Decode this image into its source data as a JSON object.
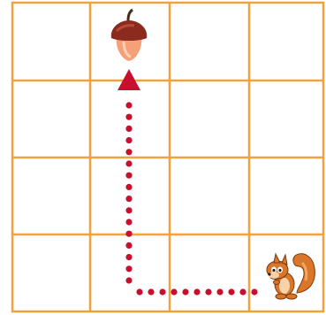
{
  "puzzle": {
    "grid": {
      "rows": 4,
      "columns": 4,
      "line_color": "#f0a23c"
    },
    "goal": {
      "icon": "acorn-icon",
      "cell": {
        "row": 1,
        "column": 2
      }
    },
    "player": {
      "icon": "squirrel-icon",
      "cell": {
        "row": 4,
        "column": 4
      }
    },
    "path": {
      "style": "dotted-arrow",
      "color": "#c8102e",
      "moves": [
        "left",
        "left",
        "up",
        "up",
        "up"
      ]
    }
  }
}
